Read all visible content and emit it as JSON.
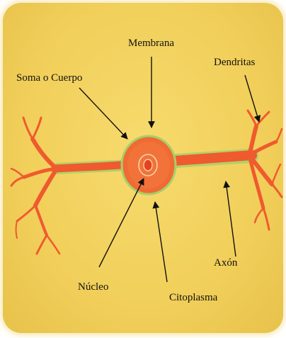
{
  "labels": {
    "membrana": "Membrana",
    "dendritas": "Dendritas",
    "soma": "Soma o Cuerpo",
    "axon": "Axón",
    "nucleo": "Núcleo",
    "citoplasma": "Citoplasma"
  },
  "colors": {
    "background": "#f3d35f",
    "neuron": "#ef5a2e",
    "neuron_edge": "#9fcf63",
    "soma": "#f06a34",
    "nucleus": "#e5421e",
    "arrow": "#111111"
  }
}
